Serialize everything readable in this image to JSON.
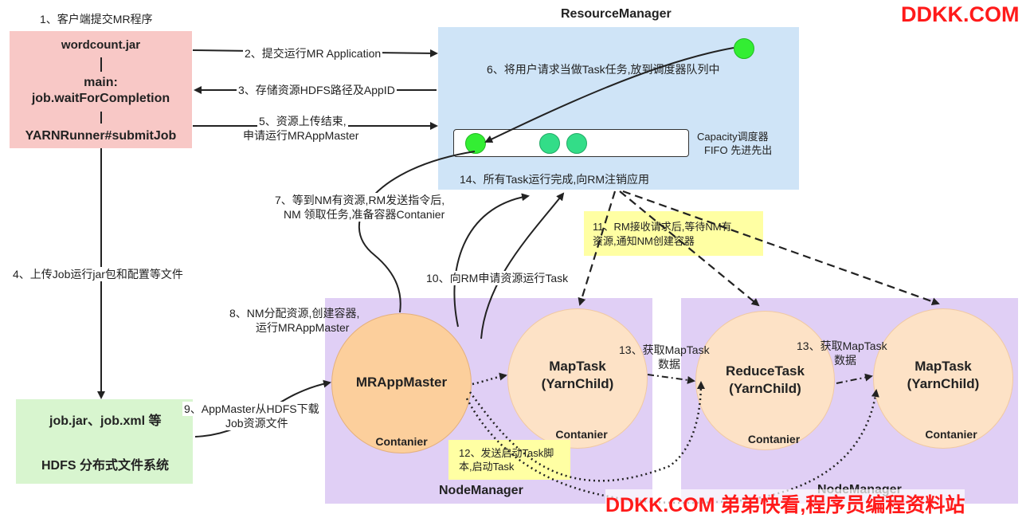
{
  "resource_manager": {
    "title": "ResourceManager",
    "scheduler_line1": "Capacity调度器",
    "scheduler_line2": "FIFO 先进先出"
  },
  "client": {
    "jar": "wordcount.jar",
    "main": "main:",
    "wait": "job.waitForCompletion",
    "runner": "YARNRunner#submitJob"
  },
  "hdfs": {
    "files": "job.jar、job.xml 等",
    "system": "HDFS 分布式文件系统"
  },
  "node_managers": [
    {
      "title": "NodeManager"
    },
    {
      "title": "NodeManager"
    }
  ],
  "containers": {
    "mrappmaster": {
      "name": "MRAppMaster",
      "label": "Contanier"
    },
    "maptask1": {
      "name_line1": "MapTask",
      "name_line2": "(YarnChild)",
      "label": "Contanier"
    },
    "reducetask": {
      "name_line1": "ReduceTask",
      "name_line2": "(YarnChild)",
      "label": "Contanier"
    },
    "maptask2": {
      "name_line1": "MapTask",
      "name_line2": "(YarnChild)",
      "label": "Contanier"
    }
  },
  "steps": {
    "s1": "1、客户端提交MR程序",
    "s2": "2、提交运行MR Application",
    "s3": "3、存储资源HDFS路径及AppID",
    "s4": "4、上传Job运行jar包和配置等文件",
    "s5_line1": "5、资源上传结束,",
    "s5_line2": "申请运行MRAppMaster",
    "s6": "6、将用户请求当做Task任务,放到调度器队列中",
    "s7_line1": "7、等到NM有资源,RM发送指令后,",
    "s7_line2": "NM 领取任务,准备容器Contanier",
    "s8_line1": "8、NM分配资源,创建容器,",
    "s8_line2": "运行MRAppMaster",
    "s9_line1": "9、AppMaster从HDFS下载",
    "s9_line2": "Job资源文件",
    "s10": "10、向RM申请资源运行Task",
    "s11_line1": "11、RM接收请求后,等待NM有",
    "s11_line2": "资源,通知NM创建容器",
    "s12_line1": "12、发送启动Task脚",
    "s12_line2": "本,启动Task",
    "s13a_line1": "13、获取MapTask",
    "s13a_line2": "数据",
    "s13b_line1": "13、获取MapTask",
    "s13b_line2": "数据",
    "s14": "14、所有Task运行完成,向RM注销应用"
  },
  "watermark": {
    "top": "DDKK.COM",
    "bottom": "DDKK.COM 弟弟快看,程序员编程资料站"
  },
  "colors": {
    "rm_bg": "#cfe4f7",
    "client_bg": "#f8c8c6",
    "hdfs_bg": "#d8f5cf",
    "nm_bg": "#e0cff5",
    "mrappmaster_bg": "#fccf9c",
    "task_bg": "#fde2c6",
    "note_bg": "#ffffa3",
    "green_dot": "#33ee33",
    "teal_dot": "#33dd88",
    "watermark": "#ff1a1a"
  }
}
